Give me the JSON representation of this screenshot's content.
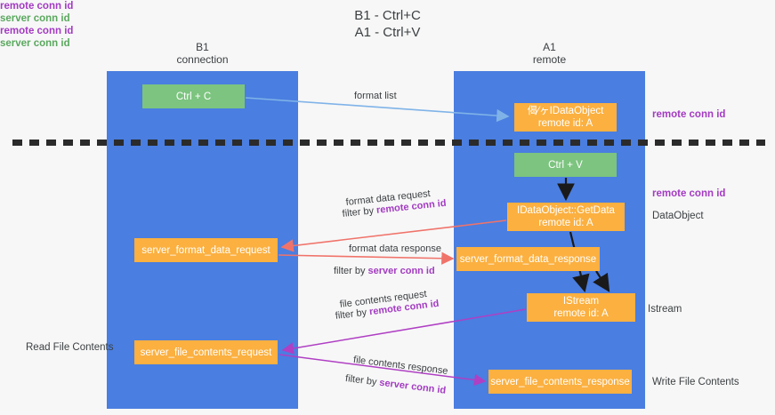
{
  "document": {
    "title_line1": "B1 - Ctrl+C",
    "title_line2": "A1 - Ctrl+V"
  },
  "lanes": [
    {
      "id": "b1",
      "name_line1": "B1",
      "name_line2": "connection",
      "color": "#4a7ee0"
    },
    {
      "id": "a1",
      "name_line1": "A1",
      "name_line2": "remote",
      "color": "#4a7ee0"
    }
  ],
  "nodes": [
    {
      "id": "ctrl-c",
      "label": "Ctrl + C",
      "sublabel": "",
      "color": "#7cc47f"
    },
    {
      "id": "dataobject",
      "label": "偈⁄ヶIDataObject",
      "sublabel": "remote id: A",
      "color": "#fbb040"
    },
    {
      "id": "ctrl-v",
      "label": "Ctrl + V",
      "sublabel": "",
      "color": "#7cc47f"
    },
    {
      "id": "getdata",
      "label": "IDataObject::GetData",
      "sublabel": "remote id: A",
      "color": "#fbb040"
    },
    {
      "id": "format-req",
      "label": "server_format_data_request",
      "sublabel": "",
      "color": "#fbb040"
    },
    {
      "id": "format-resp",
      "label": "server_format_data_response",
      "sublabel": "",
      "color": "#fbb040"
    },
    {
      "id": "istream",
      "label": "IStream",
      "sublabel": "remote id: A",
      "color": "#fbb040"
    },
    {
      "id": "file-req",
      "label": "server_file_contents_request",
      "sublabel": "",
      "color": "#fbb040"
    },
    {
      "id": "file-resp",
      "label": "server_file_contents_response",
      "sublabel": "",
      "color": "#fbb040"
    }
  ],
  "edge_labels": {
    "format_list": "format list",
    "format_data_request": "format data request",
    "format_data_request_filter_prefix": "filter by ",
    "format_data_request_filter_key": "remote conn id",
    "format_data_response": "format data response",
    "format_data_response_filter_prefix": "filter by ",
    "format_data_response_filter_key": "server conn id",
    "file_contents_request": "file contents request",
    "file_contents_request_filter_prefix": "filter by ",
    "file_contents_request_filter_key": "remote conn id",
    "file_contents_response": "file contents response",
    "file_contents_response_filter_prefix": "filter by ",
    "file_contents_response_filter_key": "server conn id"
  },
  "annotations": {
    "right_remote_conn_id_top": "remote conn id",
    "right_remote_conn_id_mid": "remote conn id",
    "right_dataobject": "DataObject",
    "right_istream": "Istream",
    "right_write_file_contents": "Write File Contents",
    "left_remote_conn_id": "remote conn id",
    "left_server_conn_id": "server conn id",
    "left_read_file_contents": "Read File Contents",
    "left_remote_conn_id_2": "remote conn id",
    "left_server_conn_id_2": "server conn id"
  },
  "colors": {
    "lane": "#4a7ee0",
    "green_node": "#7cc47f",
    "orange_node": "#fbb040",
    "purple_text": "#a33bc2",
    "green_text": "#5aa85e",
    "arrow_blue": "#7fb3e8",
    "arrow_red": "#f0736a",
    "arrow_purple": "#b03fc4",
    "arrow_black": "#1a1a1a",
    "background": "#f7f7f7",
    "separator": "#2b2b2b"
  }
}
